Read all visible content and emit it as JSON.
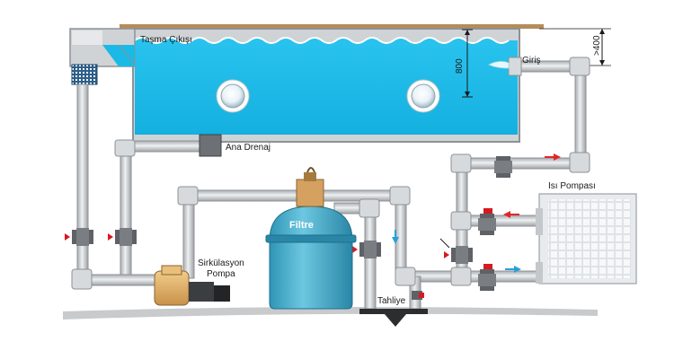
{
  "labels": {
    "overflow_outlet": "Taşma Çıkışı",
    "inlet": "Giriş",
    "main_drain": "Ana Drenaj",
    "filter": "Filtre",
    "heat_pump": "Isı Pompası",
    "circulation_pump_line1": "Sirkülasyon",
    "circulation_pump_line2": "Pompa",
    "drain": "Tahliye"
  },
  "dimensions": {
    "depth": "800",
    "inlet_height": ">400"
  },
  "colors": {
    "water": "#1ab9e6",
    "water_dark": "#0e9fcc",
    "pipe": "#c9cdd0",
    "pipe_edge": "#8e9296",
    "filter_body": "#3aa8c7",
    "valve_red": "#d71920",
    "flow_red": "#e3262b",
    "flow_blue": "#2a9fd6",
    "pump_body": "#e0b470",
    "deck": "#b58c5a",
    "ground": "#c8cacc"
  },
  "icons": {
    "pump": "circulation-pump-icon",
    "filter": "sand-filter-icon",
    "heat_pump": "heat-pump-unit-icon",
    "valve": "ball-valve-icon",
    "light": "pool-light-icon",
    "skimmer": "skimmer-basket-icon"
  }
}
